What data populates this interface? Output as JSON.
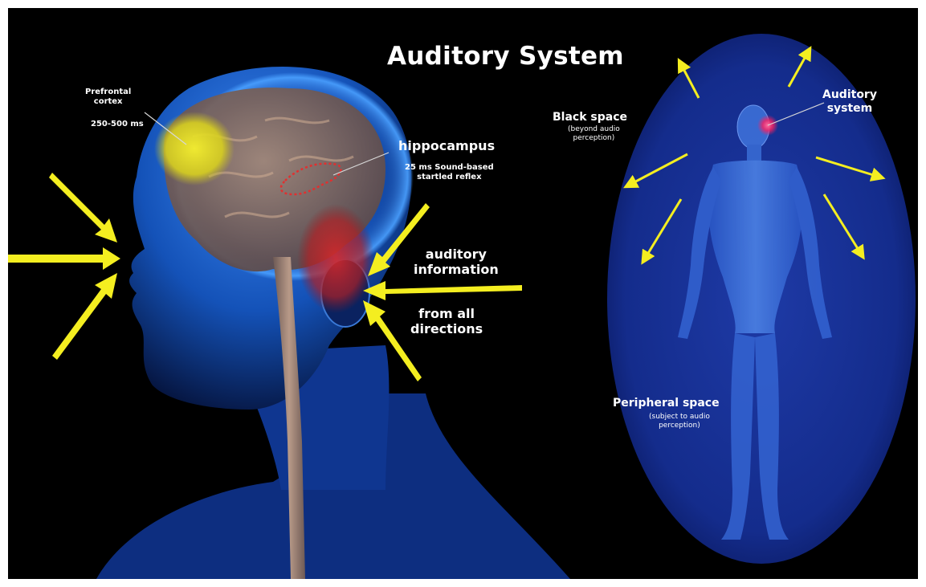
{
  "title": "Auditory System",
  "head_panel": {
    "prefrontal": {
      "name": "Prefrontal\ncortex",
      "time": "250-500 ms",
      "color": "#e8e020"
    },
    "hippocampus": {
      "name": "hippocampus",
      "description": "25 ms Sound-based\nstartled reflex",
      "color": "#e03030"
    },
    "auditory_information": {
      "line1": "auditory\ninformation",
      "line2": "from all\ndirections"
    }
  },
  "body_panel": {
    "black_space": {
      "name": "Black space",
      "description": "(beyond audio\nperception)"
    },
    "auditory_system": "Auditory\nsystem",
    "peripheral_space": {
      "name": "Peripheral space",
      "description": "(subject to audio\nperception)"
    }
  },
  "colors": {
    "background": "#000000",
    "head": "#1f6fd8",
    "oval": "#142a8a",
    "arrows": "#f4ee20",
    "brain": "#8a6a55"
  }
}
